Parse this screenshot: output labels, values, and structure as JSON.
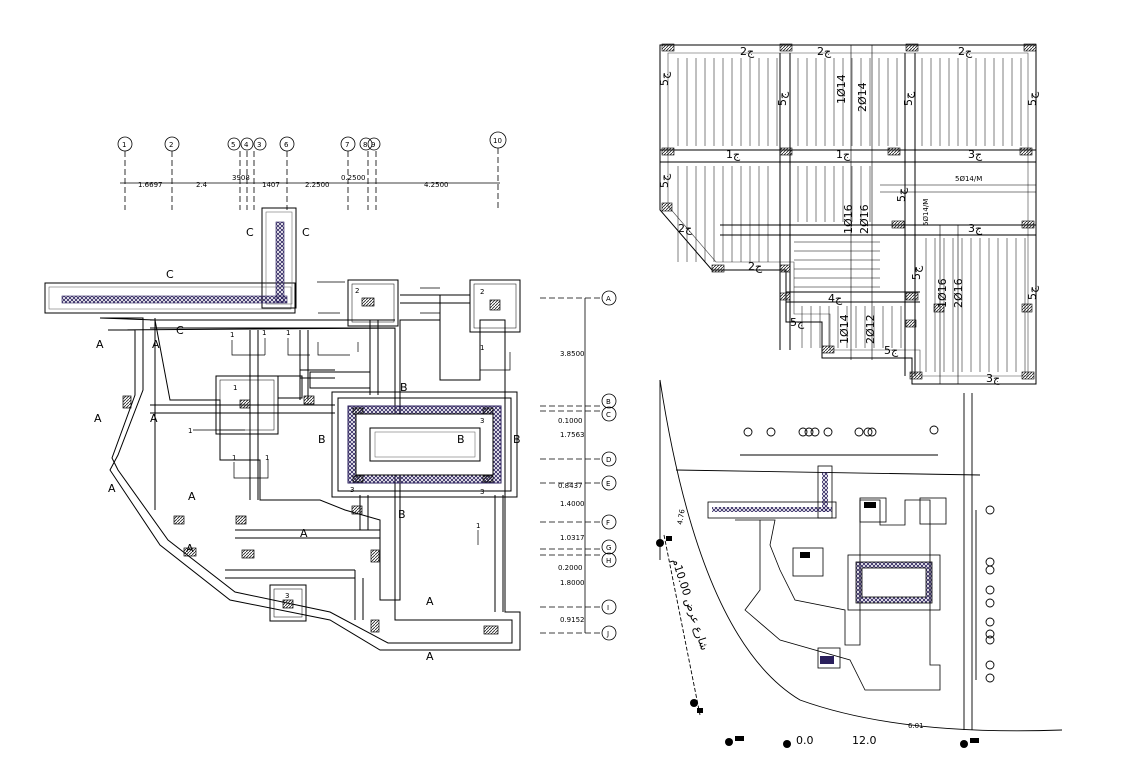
{
  "plan": {
    "axes_top": [
      "1",
      "2",
      "5",
      "4",
      "3",
      "6",
      "7",
      "8",
      "9",
      "10"
    ],
    "top_dims": [
      "1.6697",
      "2.4",
      "3908",
      "1407",
      "2.2500",
      "4.2500",
      "0.2500"
    ],
    "axes_right": [
      "A",
      "B",
      "C",
      "D",
      "E",
      "F",
      "G",
      "H",
      "I",
      "J"
    ],
    "right_dims": [
      "3.8500",
      "0.1000",
      "1.7563",
      "0.8437",
      "1.4000",
      "1.0317",
      "0.2000",
      "1.8000",
      "0.9152"
    ],
    "section_marks": [
      "A",
      "B",
      "C"
    ],
    "column_tags": [
      "1",
      "2",
      "3"
    ]
  },
  "slab": {
    "top_labels": [
      "2ج",
      "2ج",
      "2ج"
    ],
    "mid_labels": [
      "1ج",
      "1ج",
      "3ج"
    ],
    "row3_labels": [
      "2ج",
      "4ج",
      "5ج",
      "3ج"
    ],
    "side_labels": [
      "5ج",
      "5ج",
      "5ج",
      "5ج",
      "5ج",
      "5ج"
    ],
    "bar_texts": [
      "1Ø14",
      "2Ø14",
      "1Ø16",
      "2Ø16",
      "5Ø14/M",
      "5Ø14/M",
      "1Ø14",
      "2Ø12",
      "1Ø16",
      "2Ø16"
    ]
  },
  "site": {
    "scale_left": "0.0",
    "scale_right": "12.0",
    "road_text": "شارع عرض 10.00م",
    "dim_a": "4.76",
    "dim_b": "6.01"
  }
}
